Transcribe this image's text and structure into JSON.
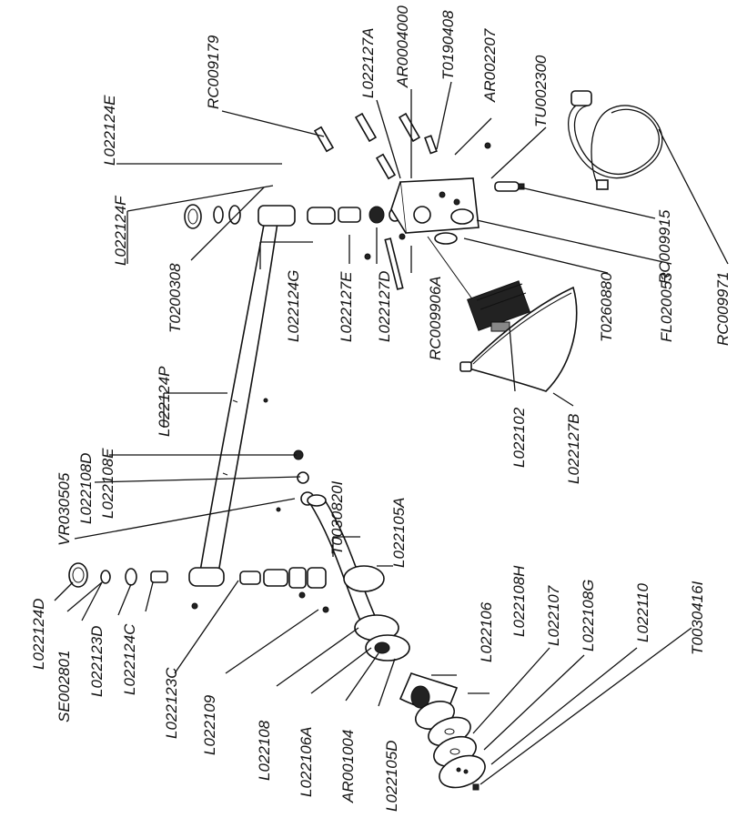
{
  "drawing": {
    "labels": {
      "L022124E": "L022124E",
      "L022124F": "L022124F",
      "T0200308": "T0200308",
      "L022124G": "L022124G",
      "L022127E": "L022127E",
      "L022127D": "L022127D",
      "RC009906A": "RC009906A",
      "RC009179": "RC009179",
      "L022127A": "L022127A",
      "AR0004000": "AR0004000",
      "T0190408": "T0190408",
      "AR002207": "AR002207",
      "TU002300": "TU002300",
      "RC009915": "RC009915",
      "RC009971": "RC009971",
      "FL020053": "FL020053",
      "T0260880": "T0260880",
      "L022127B": "L022127B",
      "L022102": "L022102",
      "L022124P": "L022124P",
      "L022108E": "L022108E",
      "L022108D": "L022108D",
      "VR030505": "VR030505",
      "T0030820I": "T0030820I",
      "L022105A": "L022105A",
      "L022124D": "L022124D",
      "SE002801": "SE002801",
      "L022123D": "L022123D",
      "L022124C": "L022124C",
      "L022123C": "L022123C",
      "L022109": "L022109",
      "L022108": "L022108",
      "L022106A": "L022106A",
      "AR001004": "AR001004",
      "L022105D": "L022105D",
      "L022106": "L022106",
      "L022108H": "L022108H",
      "L022107": "L022107",
      "L022108G": "L022108G",
      "L022110": "L022110",
      "T0030416I": "T0030416I"
    }
  }
}
